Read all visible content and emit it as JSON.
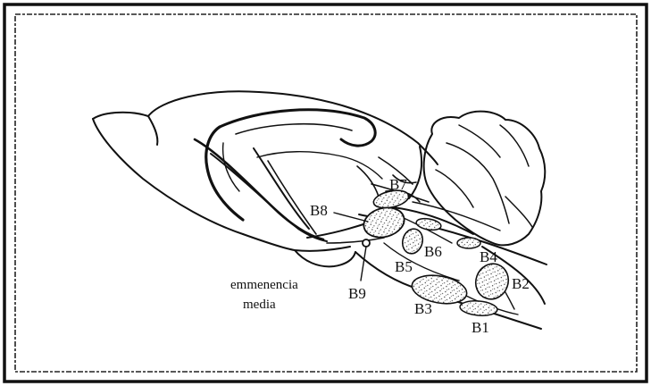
{
  "labels": {
    "b1": "B1",
    "b2": "B2",
    "b3": "B3",
    "b4": "B4",
    "b5": "B5",
    "b6": "B6",
    "b7": "B7",
    "b8": "B8",
    "b9": "B9",
    "eminence_line1": "emmenencia",
    "eminence_line2": "media"
  }
}
